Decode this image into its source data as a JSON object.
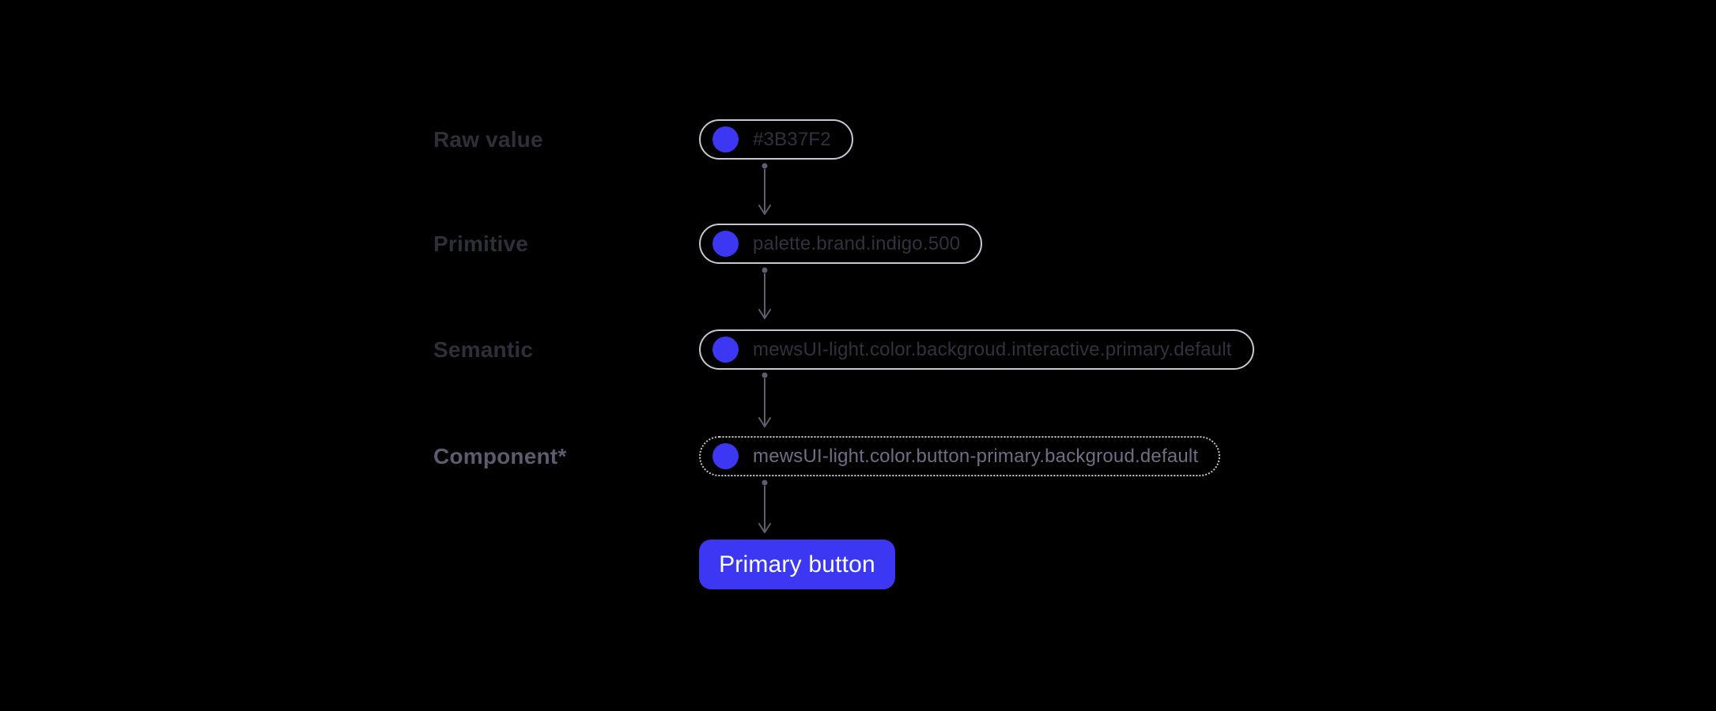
{
  "colors": {
    "background": "#000000",
    "accent": "#3B37F2",
    "pill-border": "#C7C7D1",
    "label-dim": "#2F2F3A",
    "token-dim": "#32323E",
    "label-highlight": "#5C5C6E",
    "token-highlight": "#6E6E84",
    "arrow": "#5E5E72",
    "button-bg": "#3B37F2",
    "button-text": "#FFFFFF"
  },
  "diagram": {
    "rows": [
      {
        "label": "Raw value",
        "token": "#3B37F2"
      },
      {
        "label": "Primitive",
        "token": "palette.brand.indigo.500"
      },
      {
        "label": "Semantic",
        "token": "mewsUI-light.color.backgroud.interactive.primary.default"
      },
      {
        "label": "Component*",
        "token": "mewsUI-light.color.button-primary.backgroud.default"
      }
    ],
    "button_label": "Primary button"
  }
}
